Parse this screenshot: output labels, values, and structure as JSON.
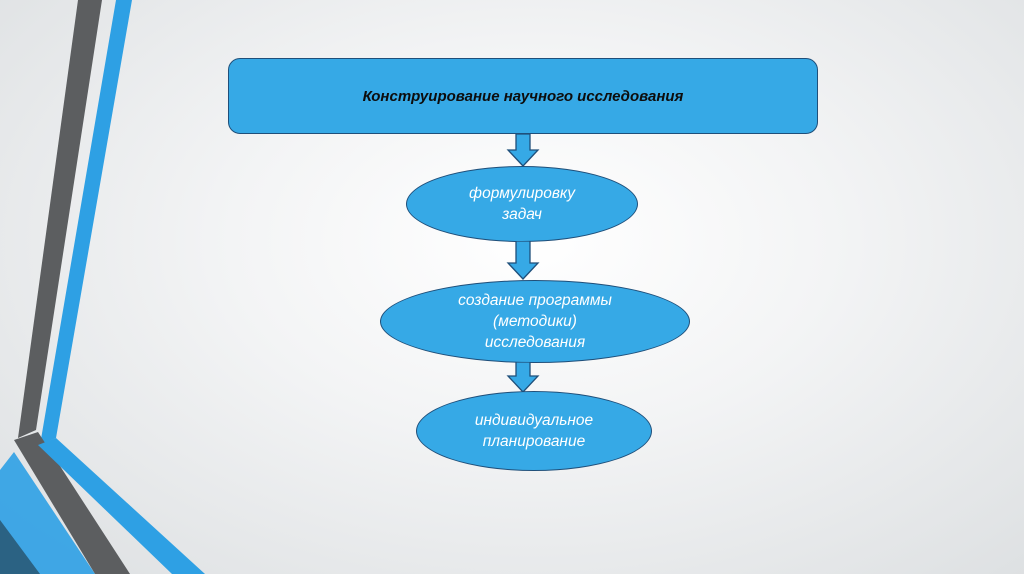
{
  "diagram": {
    "title": "Конструирование научного исследования",
    "steps": [
      {
        "lines": [
          "формулировку",
          "задач"
        ]
      },
      {
        "lines": [
          "создание программы",
          "(методики)",
          "исследования"
        ]
      },
      {
        "lines": [
          "индивидуальное",
          "планирование"
        ]
      }
    ]
  },
  "colors": {
    "box_fill": "#36a9e6",
    "box_border": "#1f4f7a",
    "stripe_blue": "#2ea0e4",
    "stripe_gray": "#5c5e60"
  }
}
